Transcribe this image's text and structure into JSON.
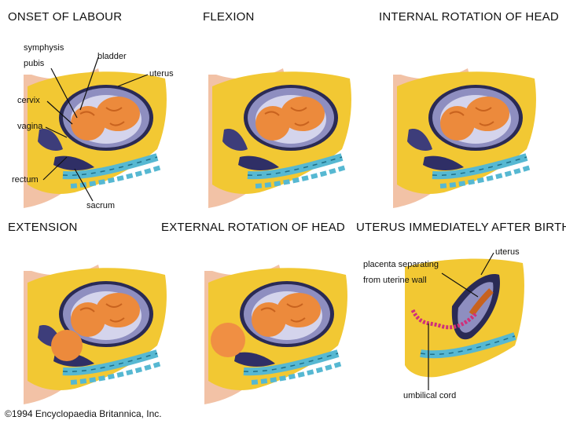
{
  "titles": {
    "onset": "ONSET OF LABOUR",
    "flexion": "FLEXION",
    "internal_rotation": "INTERNAL ROTATION OF HEAD",
    "extension": "EXTENSION",
    "external_rotation": "EXTERNAL ROTATION OF HEAD",
    "after_birth": "UTERUS IMMEDIATELY AFTER BIRTH"
  },
  "labels": {
    "symphysis": "symphysis",
    "pubis": "pubis",
    "bladder": "bladder",
    "uterus": "uterus",
    "cervix": "cervix",
    "vagina": "vagina",
    "rectum": "rectum",
    "sacrum": "sacrum",
    "uterus_after": "uterus",
    "placenta_1": "placenta separating",
    "placenta_2": "from uterine wall",
    "umbilical_cord": "umbilical cord"
  },
  "copyright": "©1994 Encyclopaedia Britannica, Inc.",
  "colors": {
    "body_yellow": "#f2c833",
    "skin": "#f2c2a6",
    "uterus_wall": "#8e8ec0",
    "uterus_dark": "#2a2a55",
    "fetus": "#ec8a3c",
    "fetus_dark": "#c8621e",
    "spine": "#56b8d2",
    "cord": "#d0307a"
  }
}
